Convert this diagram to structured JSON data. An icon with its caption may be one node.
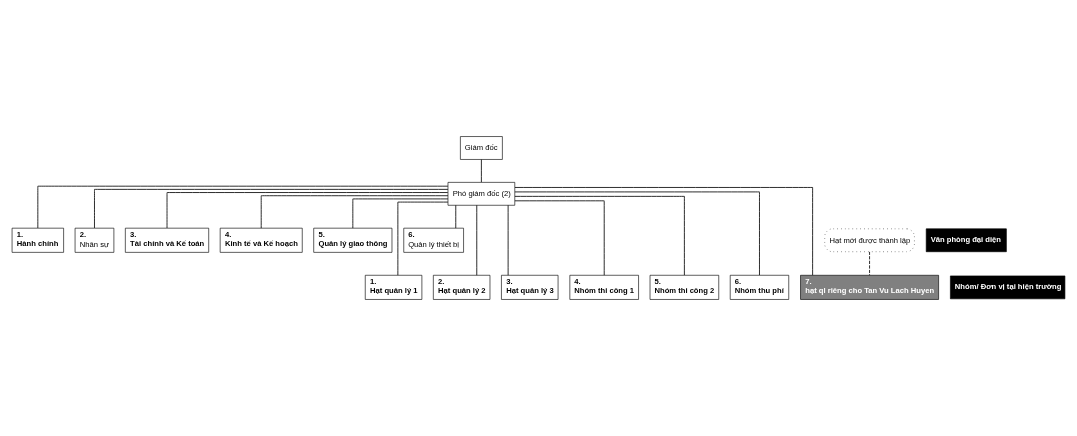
{
  "diagram": {
    "nodes": [
      {
        "text": [
          "Giám đốc"
        ]
      },
      {
        "text": [
          "Phó giám đốc (2)"
        ]
      },
      {
        "text": [
          "Văn phòng đại diện"
        ]
      },
      {
        "text": [
          "1.",
          "Hành chính"
        ]
      },
      {
        "text": [
          "2.",
          "Nhân sự"
        ]
      },
      {
        "text": [
          "3.",
          "Tài chính và Kế toán"
        ]
      },
      {
        "text": [
          "4.",
          "Kinh tế và Kế hoạch"
        ]
      },
      {
        "text": [
          "5.",
          "Quản lý giao thông"
        ]
      },
      {
        "text": [
          "6.",
          "Quản lý thiết bị"
        ]
      },
      {
        "text": [
          "Nhóm/ Đơn vị tại hiện trường"
        ]
      },
      {
        "text": [
          "1.",
          "Hạt quản lý 1"
        ]
      },
      {
        "text": [
          "2.",
          "Hạt quản lý 2"
        ]
      },
      {
        "text": [
          "3.",
          "Hạt quản lý 3"
        ]
      },
      {
        "text": [
          "4.",
          "Nhóm thi công 1"
        ]
      },
      {
        "text": [
          "5.",
          "Nhóm thi công 2"
        ]
      },
      {
        "text": [
          "6.",
          "Nhóm thu phí"
        ]
      },
      {
        "text": [
          "7.",
          "hạt ql riêng cho Tan Vu Lach Huyen"
        ]
      },
      {
        "text": [
          "Hạt mới được thành lập"
        ]
      }
    ],
    "edges": [
      {
        "from": 0,
        "to": 1,
        "arrow": "none"
      },
      {
        "from": 1,
        "to": 3,
        "arrow": "none"
      },
      {
        "from": 1,
        "to": 4,
        "arrow": "none"
      },
      {
        "from": 1,
        "to": 5,
        "arrow": "none"
      },
      {
        "from": 1,
        "to": 6,
        "arrow": "none"
      },
      {
        "from": 1,
        "to": 7,
        "arrow": "none"
      },
      {
        "from": 1,
        "to": 8,
        "arrow": "none"
      },
      {
        "from": 1,
        "to": 10,
        "arrow": "none"
      },
      {
        "from": 1,
        "to": 11,
        "arrow": "none"
      },
      {
        "from": 1,
        "to": 12,
        "arrow": "none"
      },
      {
        "from": 1,
        "to": 13,
        "arrow": "none"
      },
      {
        "from": 1,
        "to": 14,
        "arrow": "none"
      },
      {
        "from": 1,
        "to": 15,
        "arrow": "none"
      },
      {
        "from": 1,
        "to": 16,
        "arrow": "none"
      },
      {
        "from": 17,
        "to": 16,
        "arrow": "none",
        "style": "dashed"
      }
    ]
  }
}
